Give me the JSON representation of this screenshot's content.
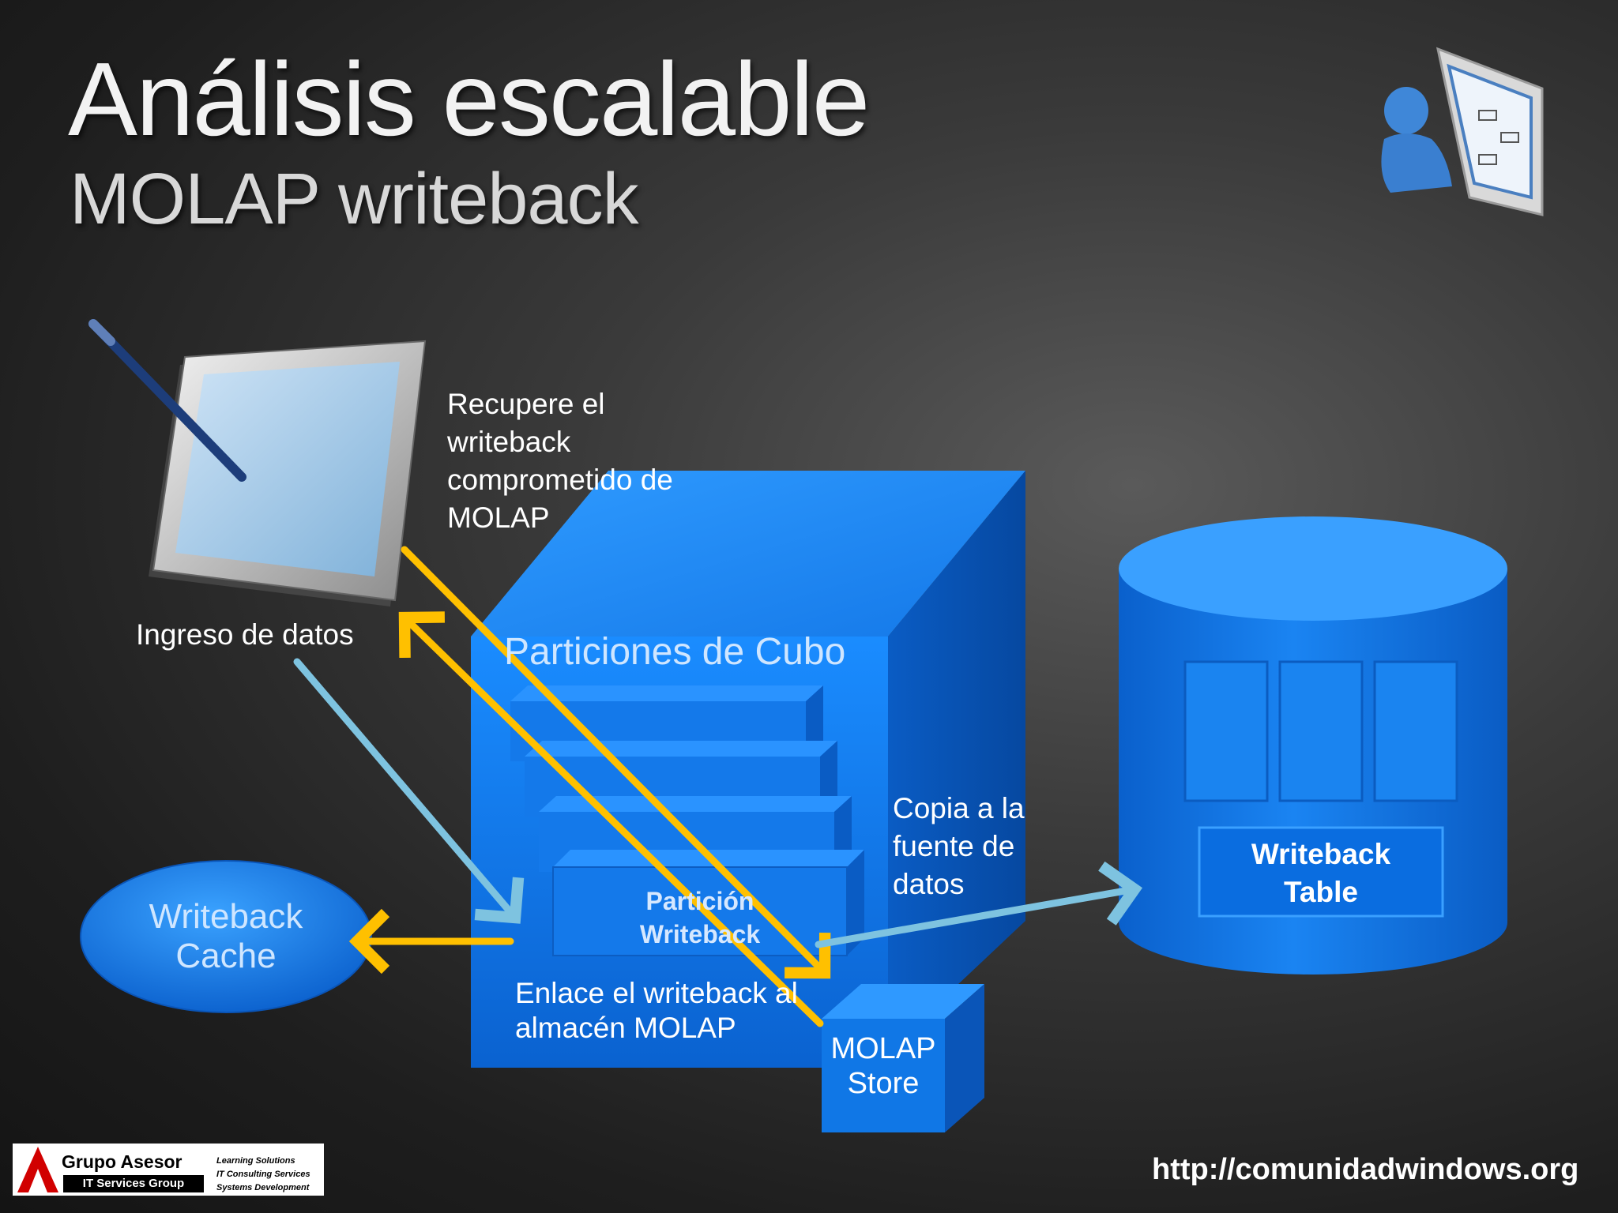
{
  "title": "Análisis escalable",
  "subtitle": "MOLAP writeback",
  "labels": {
    "retrieve": [
      "Recupere el",
      "writeback",
      "comprometido de",
      "MOLAP"
    ],
    "data_entry": "Ingreso de datos",
    "cube_partitions": "Particiones de Cubo",
    "partition_writeback": [
      "Partición",
      "Writeback"
    ],
    "copy_source": [
      "Copia a la",
      "fuente de",
      "datos"
    ],
    "link_writeback": [
      "Enlace el writeback al",
      "almacén MOLAP"
    ],
    "molap_store": [
      "MOLAP",
      "Store"
    ],
    "writeback_cache": [
      "Writeback",
      "Cache"
    ],
    "writeback_table": [
      "Writeback",
      "Table"
    ]
  },
  "footer": {
    "url": "http://comunidadwindows.org",
    "logo_name": "Grupo Asesor",
    "logo_sub": "IT Services Group",
    "logo_lines": [
      "Learning Solutions",
      "IT Consulting Services",
      "Systems Development"
    ]
  },
  "colors": {
    "blue": "#0a6fe0",
    "yellow_arrow": "#ffc000",
    "cyan_arrow": "#7ec3e0"
  },
  "icons": [
    "tablet-pen-icon",
    "user-diagram-icon",
    "company-logo-icon"
  ]
}
